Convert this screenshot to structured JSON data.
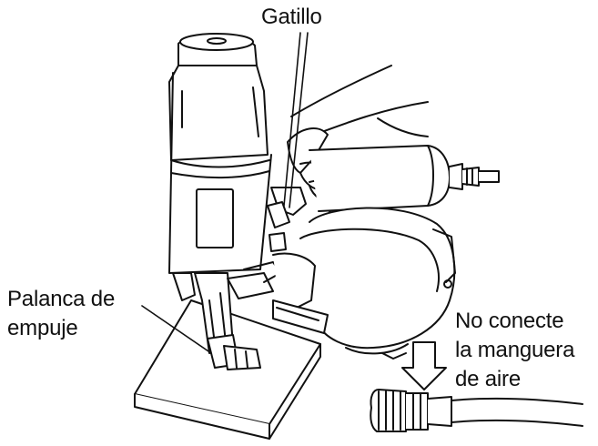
{
  "labels": {
    "trigger": "Gatillo",
    "push_lever_line1": "Palanca de",
    "push_lever_line2": "empuje",
    "hose_line1": "No conecte",
    "hose_line2": "la manguera",
    "hose_line3": "de aire"
  },
  "icons": {
    "nailer": "coil-nailer-icon",
    "hand": "hand-icon",
    "board": "wood-board-icon",
    "arrow": "down-arrow-icon",
    "coupler": "air-coupler-icon",
    "hose": "air-hose-icon"
  },
  "colors": {
    "stroke": "#111111",
    "fill": "#ffffff"
  }
}
